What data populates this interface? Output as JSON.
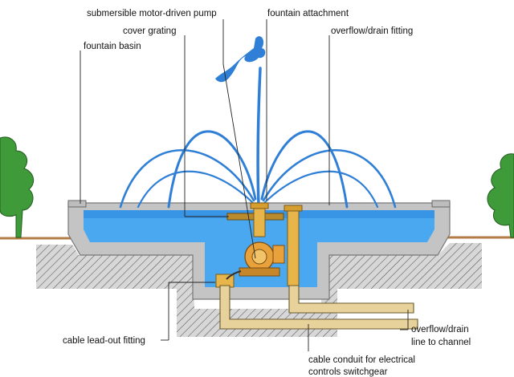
{
  "labels": {
    "pump": "submersible motor-driven pump",
    "attachment": "fountain attachment",
    "grating": "cover grating",
    "overflow": "overflow/drain fitting",
    "basin": "fountain basin",
    "cable_fitting": "cable lead-out fitting",
    "drain_line_1": "overflow/drain",
    "drain_line_2": "line to channel",
    "conduit_1": "cable conduit for electrical",
    "conduit_2": "controls switchgear"
  },
  "colors": {
    "water": "#4aa8f0",
    "water_deep": "#2a83dc",
    "jet": "#2f7fd6",
    "concrete": "#c4c4c4",
    "concrete_edge": "#777777",
    "brass": "#e8b54a",
    "pipe": "#e6d29a",
    "pump_body": "#e9a23b",
    "foliage": "#3f9a3a",
    "soil": "#c09060"
  }
}
